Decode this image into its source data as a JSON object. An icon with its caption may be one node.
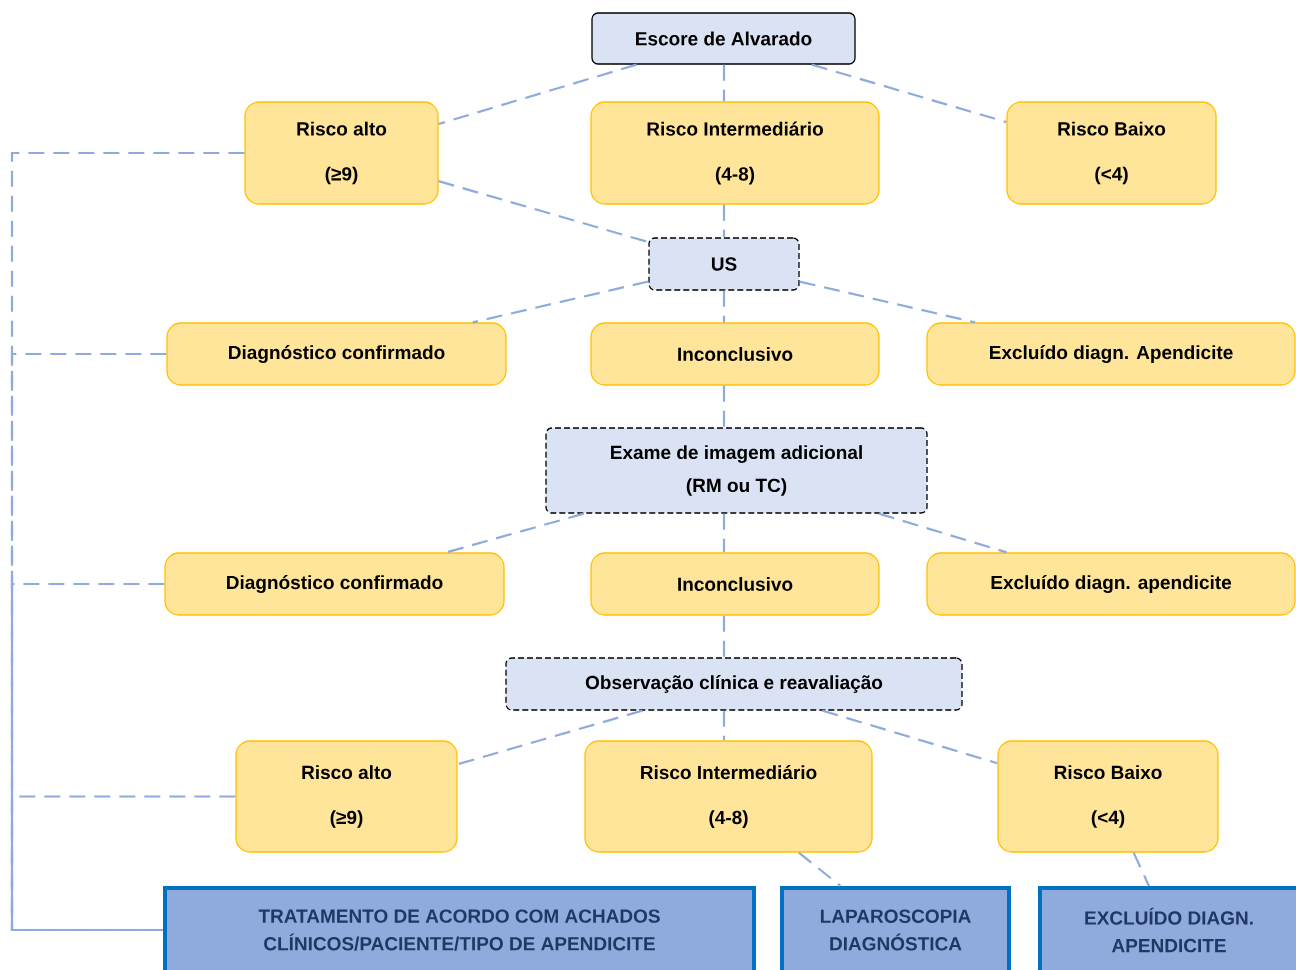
{
  "diagram": {
    "nodes": [
      {
        "text": [
          "Escore de Alvarado"
        ]
      },
      {
        "text": [
          "Risco alto",
          "(≥9)"
        ]
      },
      {
        "text": [
          "Risco Intermediário",
          "(4-8)"
        ]
      },
      {
        "text": [
          "Risco Baixo",
          "(<4)"
        ]
      },
      {
        "text": [
          "US"
        ]
      },
      {
        "text": [
          "Diagnóstico confirmado"
        ]
      },
      {
        "text": [
          "Inconclusivo"
        ]
      },
      {
        "text": [
          "Excluído diagn. Apendicite"
        ]
      },
      {
        "text": [
          "Exame de imagem adicional",
          "(RM ou TC)"
        ]
      },
      {
        "text": [
          "Diagnóstico confirmado"
        ]
      },
      {
        "text": [
          "Inconclusivo"
        ]
      },
      {
        "text": [
          "Excluído diagn. apendicite"
        ]
      },
      {
        "text": [
          "Observação clínica e reavaliação"
        ]
      },
      {
        "text": [
          "Risco alto",
          "(≥9)"
        ]
      },
      {
        "text": [
          "Risco Intermediário",
          "(4-8)"
        ]
      },
      {
        "text": [
          "Risco Baixo",
          "(<4)"
        ]
      },
      {
        "text": [
          "TRATAMENTO DE ACORDO COM ACHADOS CLÍNICOS/PACIENTE/TIPO DE APENDICITE"
        ]
      },
      {
        "text": [
          "LAPAROSCOPIA DIAGNÓSTICA"
        ]
      },
      {
        "text": [
          "EXCLUÍDO DIAGN. APENDICITE"
        ]
      }
    ],
    "edges": [
      {
        "from": 0,
        "to": 1,
        "arrow": "none",
        "style": "dashed"
      },
      {
        "from": 0,
        "to": 2,
        "arrow": "none",
        "style": "dashed"
      },
      {
        "from": 0,
        "to": 3,
        "arrow": "none",
        "style": "dashed"
      },
      {
        "from": 1,
        "to": 4,
        "arrow": "none",
        "style": "dashed"
      },
      {
        "from": 2,
        "to": 4,
        "arrow": "none",
        "style": "dashed"
      },
      {
        "from": 4,
        "to": 5,
        "arrow": "none",
        "style": "dashed"
      },
      {
        "from": 4,
        "to": 6,
        "arrow": "none",
        "style": "dashed"
      },
      {
        "from": 4,
        "to": 7,
        "arrow": "none",
        "style": "dashed"
      },
      {
        "from": 6,
        "to": 8,
        "arrow": "none",
        "style": "dashed"
      },
      {
        "from": 8,
        "to": 9,
        "arrow": "none",
        "style": "dashed"
      },
      {
        "from": 8,
        "to": 10,
        "arrow": "none",
        "style": "dashed"
      },
      {
        "from": 8,
        "to": 11,
        "arrow": "none",
        "style": "dashed"
      },
      {
        "from": 10,
        "to": 12,
        "arrow": "none",
        "style": "dashed"
      },
      {
        "from": 12,
        "to": 13,
        "arrow": "none",
        "style": "dashed"
      },
      {
        "from": 12,
        "to": 14,
        "arrow": "none",
        "style": "dashed"
      },
      {
        "from": 12,
        "to": 15,
        "arrow": "none",
        "style": "dashed"
      },
      {
        "from": 14,
        "to": 17,
        "arrow": "none",
        "style": "dashed"
      },
      {
        "from": 15,
        "to": 18,
        "arrow": "none",
        "style": "dashed"
      },
      {
        "from": 1,
        "to": 16,
        "arrow": "none",
        "style": "dashed"
      },
      {
        "from": 5,
        "to": 16,
        "arrow": "none",
        "style": "dashed"
      },
      {
        "from": 9,
        "to": 16,
        "arrow": "none",
        "style": "dashed"
      },
      {
        "from": 13,
        "to": 16,
        "arrow": "none",
        "style": "dashed"
      }
    ]
  }
}
